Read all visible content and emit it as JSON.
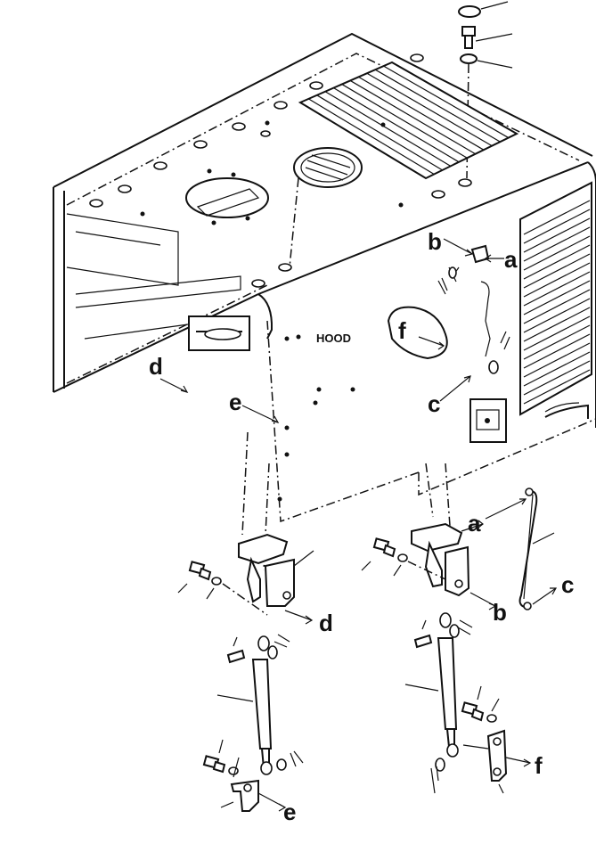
{
  "labels": {
    "hood": "HOOD"
  },
  "callouts": {
    "a_top": "a",
    "b_top": "b",
    "c_mid": "c",
    "d_left": "d",
    "e_left": "e",
    "f_cutout": "f",
    "a_bottom": "a",
    "b_bottom": "b",
    "c_rod": "c",
    "d_bracket": "d",
    "e_bottom": "e",
    "f_bottom": "f"
  }
}
